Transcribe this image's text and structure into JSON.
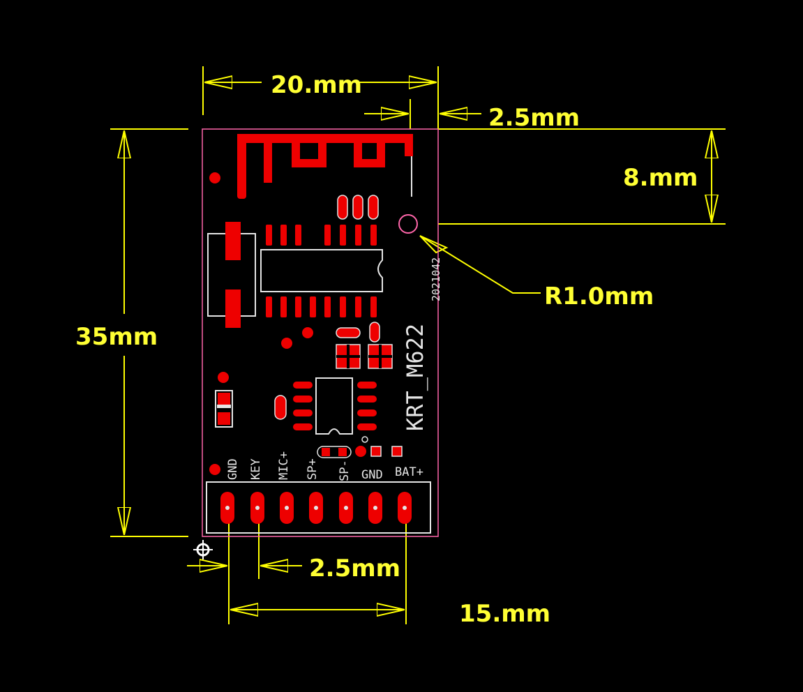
{
  "colors": {
    "background": "#000000",
    "dimension": "#ffff00",
    "copper": "#ee0000",
    "silkscreen": "#e6e6e6",
    "outline": "#ff66aa"
  },
  "dimensions": {
    "width": "20.mm",
    "antenna_offset": "2.5mm",
    "hole_offset": "8.mm",
    "height": "35mm",
    "hole_radius": "R1.0mm",
    "pin_pitch": "2.5mm",
    "pin_span": "15.mm"
  },
  "board": {
    "part_name": "KRT_M622",
    "date_code": "2021042"
  },
  "pins": [
    "GND",
    "KEY",
    "MIC+",
    "SP+",
    "SP-",
    "GND",
    "BAT+"
  ]
}
